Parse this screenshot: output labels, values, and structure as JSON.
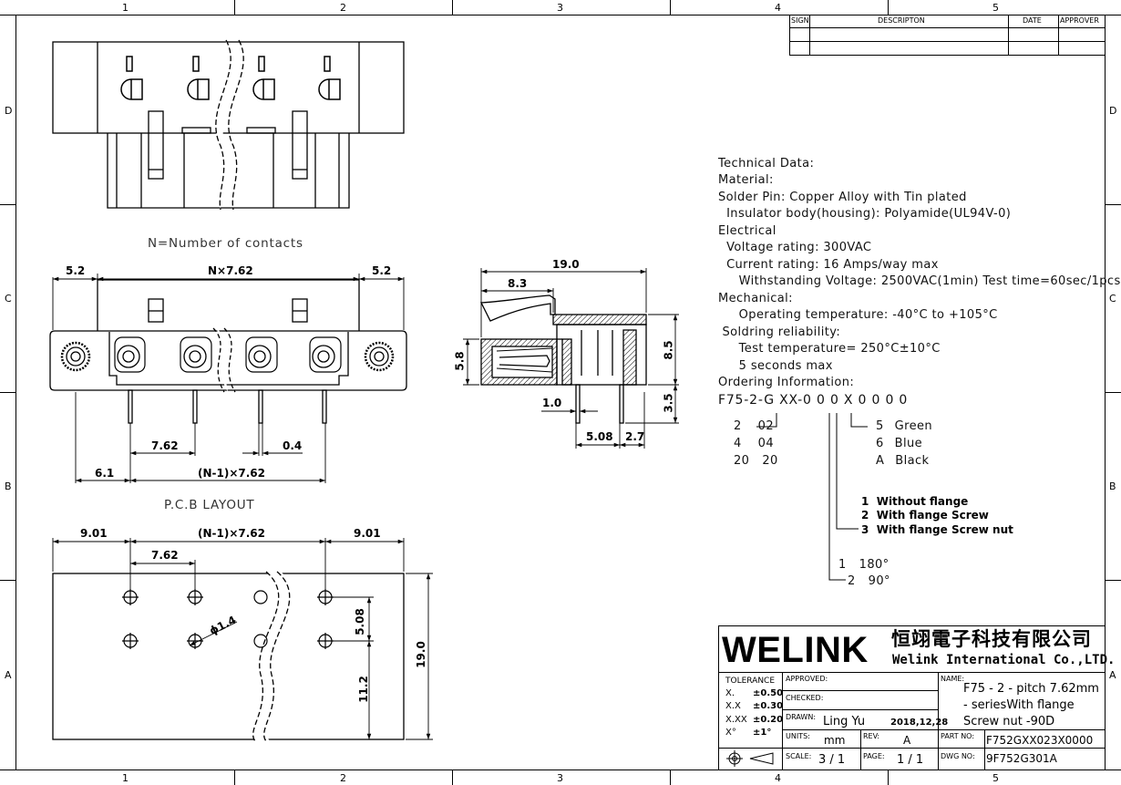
{
  "frame": {
    "top_zones": [
      "1",
      "2",
      "3",
      "4",
      "5"
    ],
    "side_zones": [
      "D",
      "C",
      "B",
      "A"
    ]
  },
  "revision_table": {
    "headers": [
      "SIGN",
      "DESCRIPTON",
      "DATE",
      "APPROVER"
    ]
  },
  "views": {
    "contacts_label": "N=Number of contacts",
    "pcb_label": "P.C.B LAYOUT",
    "front_dims": {
      "left": "5.2",
      "span": "N×7.62",
      "right": "5.2",
      "pitch": "7.62",
      "pin": "0.4",
      "offset": "6.1",
      "total": "(N-1)×7.62"
    },
    "side_dims": {
      "length": "19.0",
      "depth": "8.3",
      "height": "5.8",
      "body": "8.5",
      "pin_len": "3.5",
      "pin_w": "1.0",
      "pin_off": "5.08",
      "pin_gap": "2.7"
    },
    "pcb_dims": {
      "left": "9.01",
      "span": "(N-1)×7.62",
      "right": "9.01",
      "pitch": "7.62",
      "hole": "ϕ1.4",
      "row": "5.08",
      "edge": "11.2",
      "height": "19.0"
    }
  },
  "technical": {
    "lines": [
      "Technical Data:",
      "Material:",
      "Solder Pin: Copper Alloy with Tin plated",
      "  Insulator body(housing): Polyamide(UL94V-0)",
      "Electrical",
      "  Voltage rating: 300VAC",
      "  Current rating: 16 Amps/way max",
      "     Withstanding Voltage: 2500VAC(1min) Test time=60sec/1pcs",
      "Mechanical:",
      "     Operating temperature: -40°C to +105°C",
      " Soldring reliability:",
      "     Test temperature= 250°C±10°C",
      "     5 seconds max",
      "Ordering Information:"
    ]
  },
  "ordering": {
    "code": "F75-2-G XX-0 0 0 X 0 0 0 0",
    "positions": [
      [
        "2",
        "02"
      ],
      [
        "4",
        "04"
      ],
      [
        "20",
        "20"
      ]
    ],
    "colors": [
      [
        "5",
        "Green"
      ],
      [
        "6",
        "Blue"
      ],
      [
        "A",
        "Black"
      ]
    ],
    "flange": [
      "1  Without flange",
      "2  With flange Screw",
      "3  With flange Screw nut"
    ],
    "angle": [
      [
        "1",
        "180°"
      ],
      [
        "2",
        "90°"
      ]
    ]
  },
  "title_block": {
    "logo": "WELINK",
    "company_cn": "恒翊電子科技有限公司",
    "company_en": "Welink International Co.,LTD.",
    "tolerance_label": "TOLERANCE",
    "tolerances": [
      [
        "X.",
        "±0.50"
      ],
      [
        "X.X",
        "±0.30"
      ],
      [
        "X.XX",
        "±0.20"
      ],
      [
        "X°",
        "±1°"
      ]
    ],
    "approved_label": "APPROVED:",
    "checked_label": "CHECKED:",
    "drawn_label": "DRAWN:",
    "drawn_by": "Ling Yu",
    "drawn_date": "2018,12,28",
    "units_label": "UNITS:",
    "units": "mm",
    "rev_label": "REV:",
    "rev": "A",
    "scale_label": "SCALE:",
    "scale": "3 / 1",
    "page_label": "PAGE:",
    "page": "1 / 1",
    "name_label": "NAME:",
    "name_lines": [
      "F75 - 2 - pitch 7.62mm",
      "- seriesWith flange",
      "Screw nut  -90D"
    ],
    "part_label": "PART NO:",
    "part_no": "F752GXX023X0000",
    "dwg_label": "DWG NO:",
    "dwg_no": "9F752G301A"
  }
}
